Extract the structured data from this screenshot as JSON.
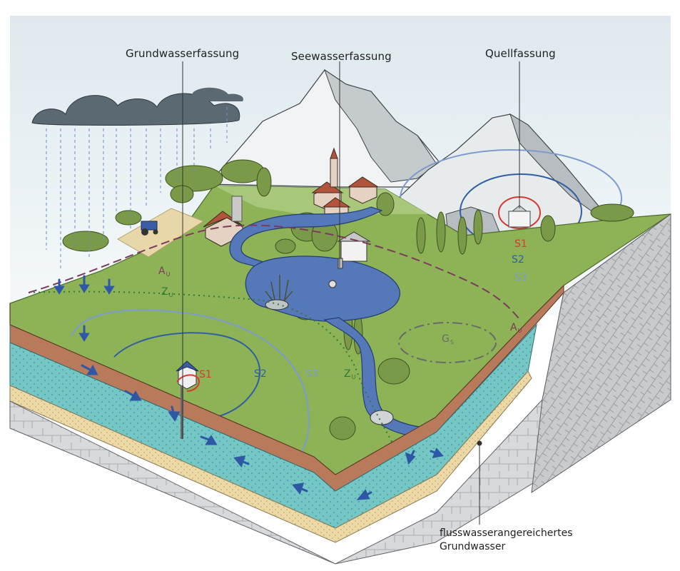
{
  "titles": {
    "groundwater": "Grundwasserfassung",
    "lake": "Seewasserfassung",
    "spring": "Quellfassung"
  },
  "zones": {
    "groundwater": {
      "s1": "S1",
      "s2": "S2",
      "s3": "S3"
    },
    "spring": {
      "s1": "S1",
      "s2": "S2",
      "s3": "S3"
    },
    "au": {
      "main": "A",
      "sub": "U"
    },
    "zu": {
      "main": "Z",
      "sub": "U"
    },
    "gs": {
      "main": "G",
      "sub": "S"
    }
  },
  "caption": {
    "line1": "flusswasserangereichertes",
    "line2": "Grundwasser"
  },
  "colors": {
    "sky": "#e4eef2",
    "cloud": "#5b6973",
    "rain": "#6c8fbd",
    "meadow": "#8db356",
    "water": "#5578b8",
    "aquifer": "#74c7c4",
    "topsoil": "#b87a5a",
    "sand": "#ecd9a6",
    "bedrock": "#d6d7d9",
    "zone_s1": "#d63a33",
    "zone_s2": "#2f5fa3",
    "zone_s3": "#7d9bcf",
    "zone_zu": "#2f7c37",
    "zone_au": "#7c3a5c",
    "zone_gs": "#6a6a6a",
    "flow_arrow": "#2e58a6"
  }
}
